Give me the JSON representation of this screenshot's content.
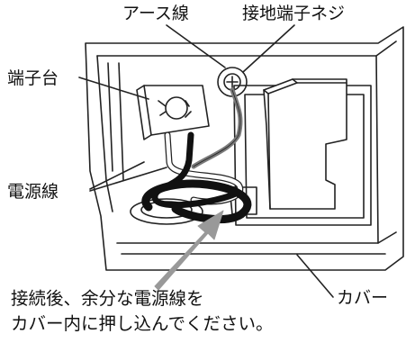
{
  "labels": {
    "earth_wire": "アース線",
    "ground_screw": "接地端子ネジ",
    "terminal_block": "端子台",
    "power_wire": "電源線",
    "cover": "カバー"
  },
  "caption": {
    "line1": "接続後、余分な電源線を",
    "line2": "カバー内に押し込んでください。"
  },
  "colors": {
    "line": "#222222",
    "gray_arrow": "#999999",
    "earth_wire_gray": "#7a7a7a",
    "cable_black": "#111111"
  }
}
